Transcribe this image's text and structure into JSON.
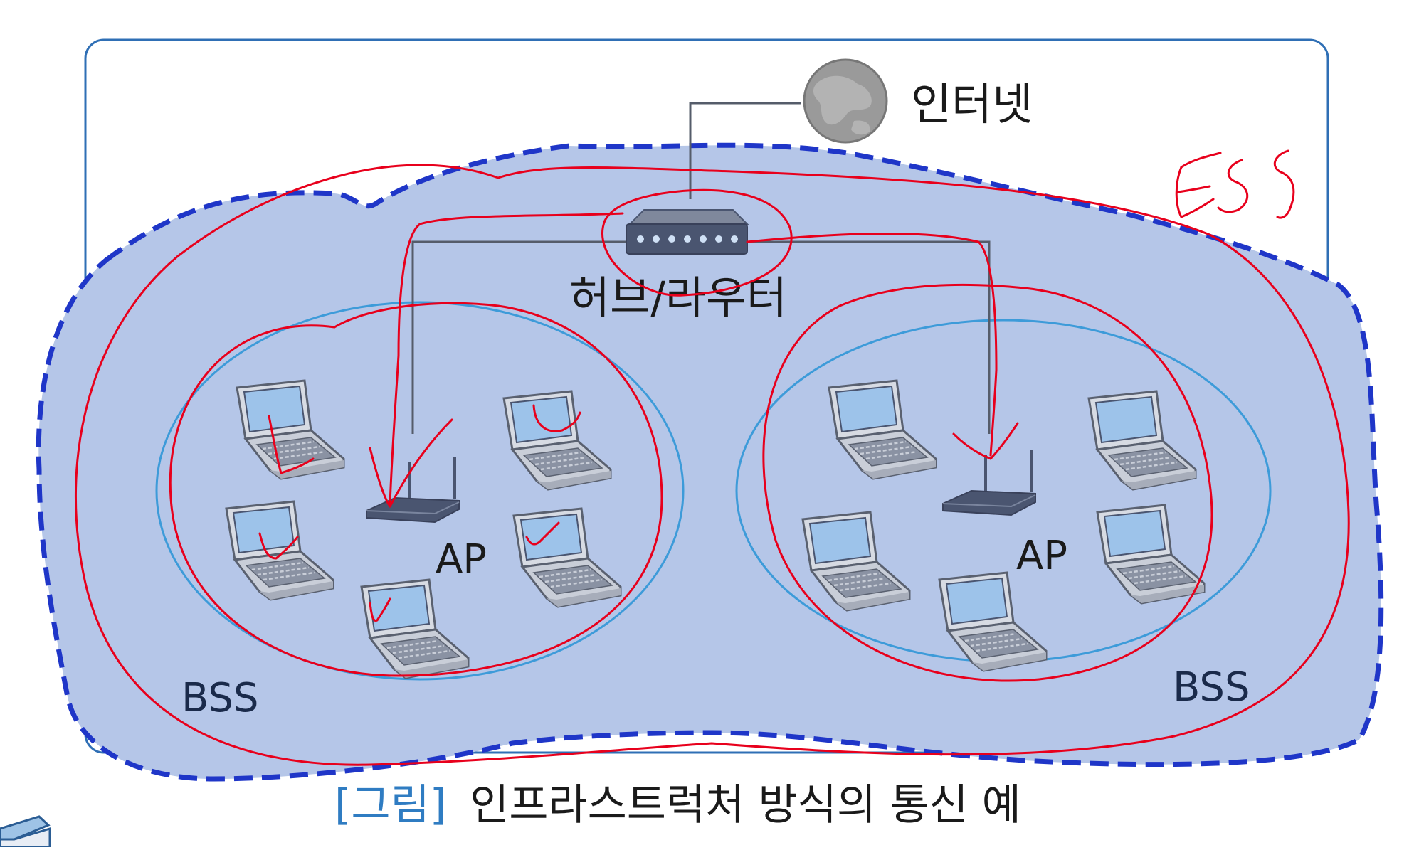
{
  "labels": {
    "internet": "인터넷",
    "hub_router": "허브/라우터",
    "ap_left": "AP",
    "ap_right": "AP",
    "bss_left": "BSS",
    "bss_right": "BSS",
    "ess_annotation": "ESS"
  },
  "caption": {
    "prefix": "[그림]",
    "text": "인프라스트럭처 방식의 통신 예"
  },
  "colors": {
    "frame": "#2f6fb5",
    "ess_fill": "#b5c6e8",
    "ess_dash": "#1f36c8",
    "bss_ring": "#3d9bd9",
    "annotation_red": "#e8001c",
    "caption_accent": "#2f7cc2",
    "device_dark": "#4a5570",
    "laptop_screen": "#9dc3ea",
    "globe": "#9a9a9a"
  },
  "icons": {
    "internet": "globe-icon",
    "hub": "hub-router-icon",
    "ap": "wireless-access-point-icon",
    "laptop": "laptop-icon"
  }
}
